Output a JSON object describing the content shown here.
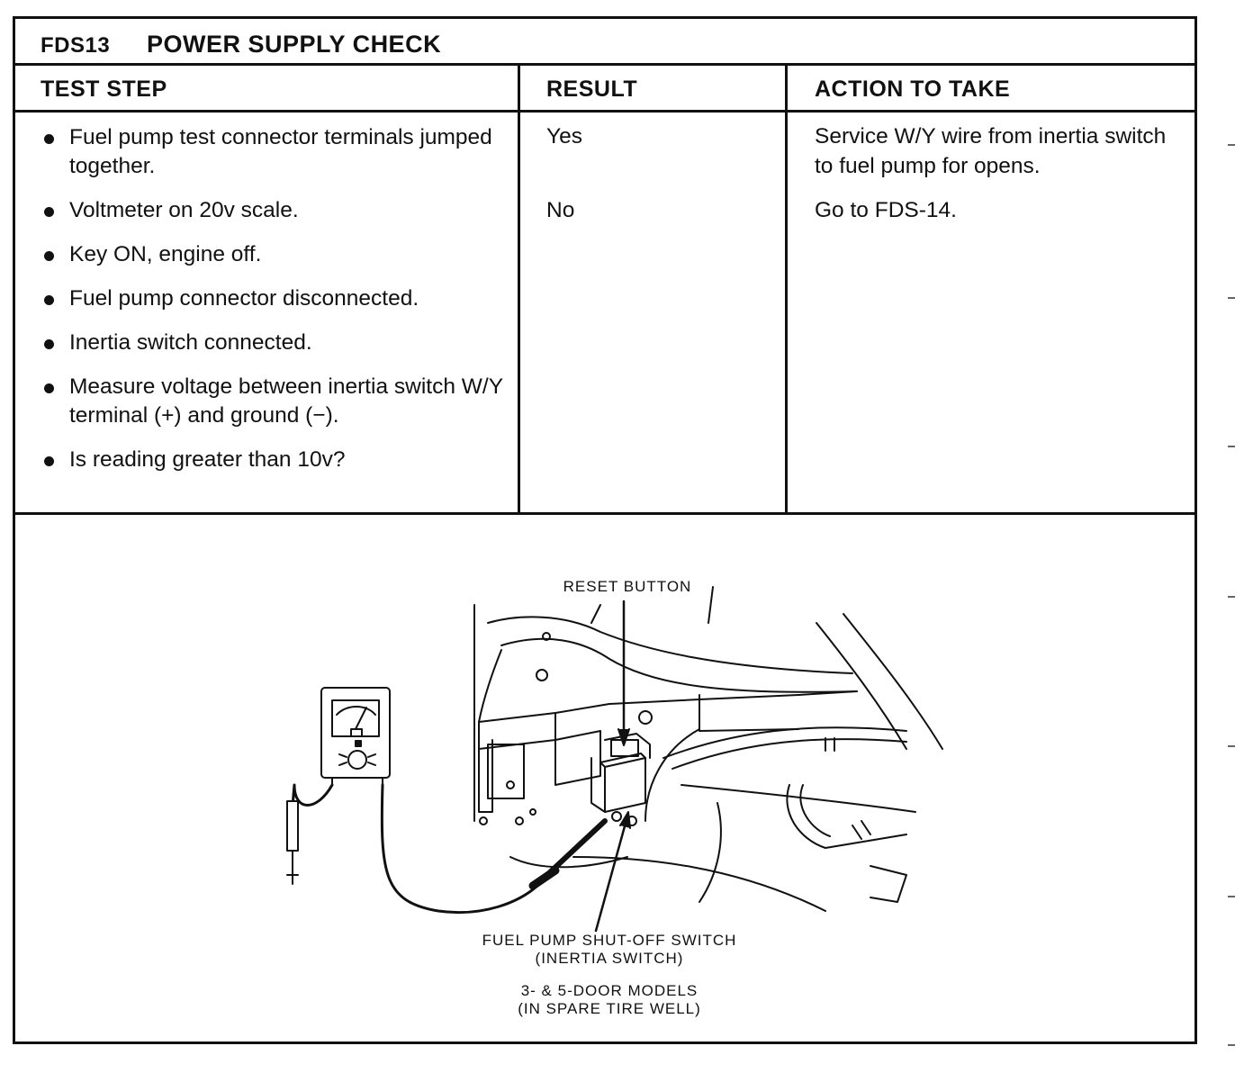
{
  "title": {
    "code": "FDS13",
    "text": "POWER SUPPLY CHECK"
  },
  "headers": {
    "test_step": "TEST STEP",
    "result": "RESULT",
    "action": "ACTION TO TAKE"
  },
  "test_steps": [
    "Fuel pump test connector terminals jumped together.",
    "Voltmeter on 20v scale.",
    "Key ON, engine off.",
    "Fuel pump connector disconnected.",
    "Inertia switch connected.",
    "Measure voltage between inertia switch W/Y terminal (+) and ground (−).",
    "Is reading greater than 10v?"
  ],
  "rows": [
    {
      "result": "Yes",
      "action": "Service W/Y wire from inertia switch to fuel pump for opens."
    },
    {
      "result": "No",
      "action": "Go to FDS-14."
    }
  ],
  "figure": {
    "reset_label": "RESET BUTTON",
    "switch_label_1": "FUEL PUMP SHUT-OFF SWITCH",
    "switch_label_2": "(INERTIA SWITCH)",
    "models_label_1": "3- & 5-DOOR MODELS",
    "models_label_2": "(IN SPARE TIRE WELL)"
  }
}
